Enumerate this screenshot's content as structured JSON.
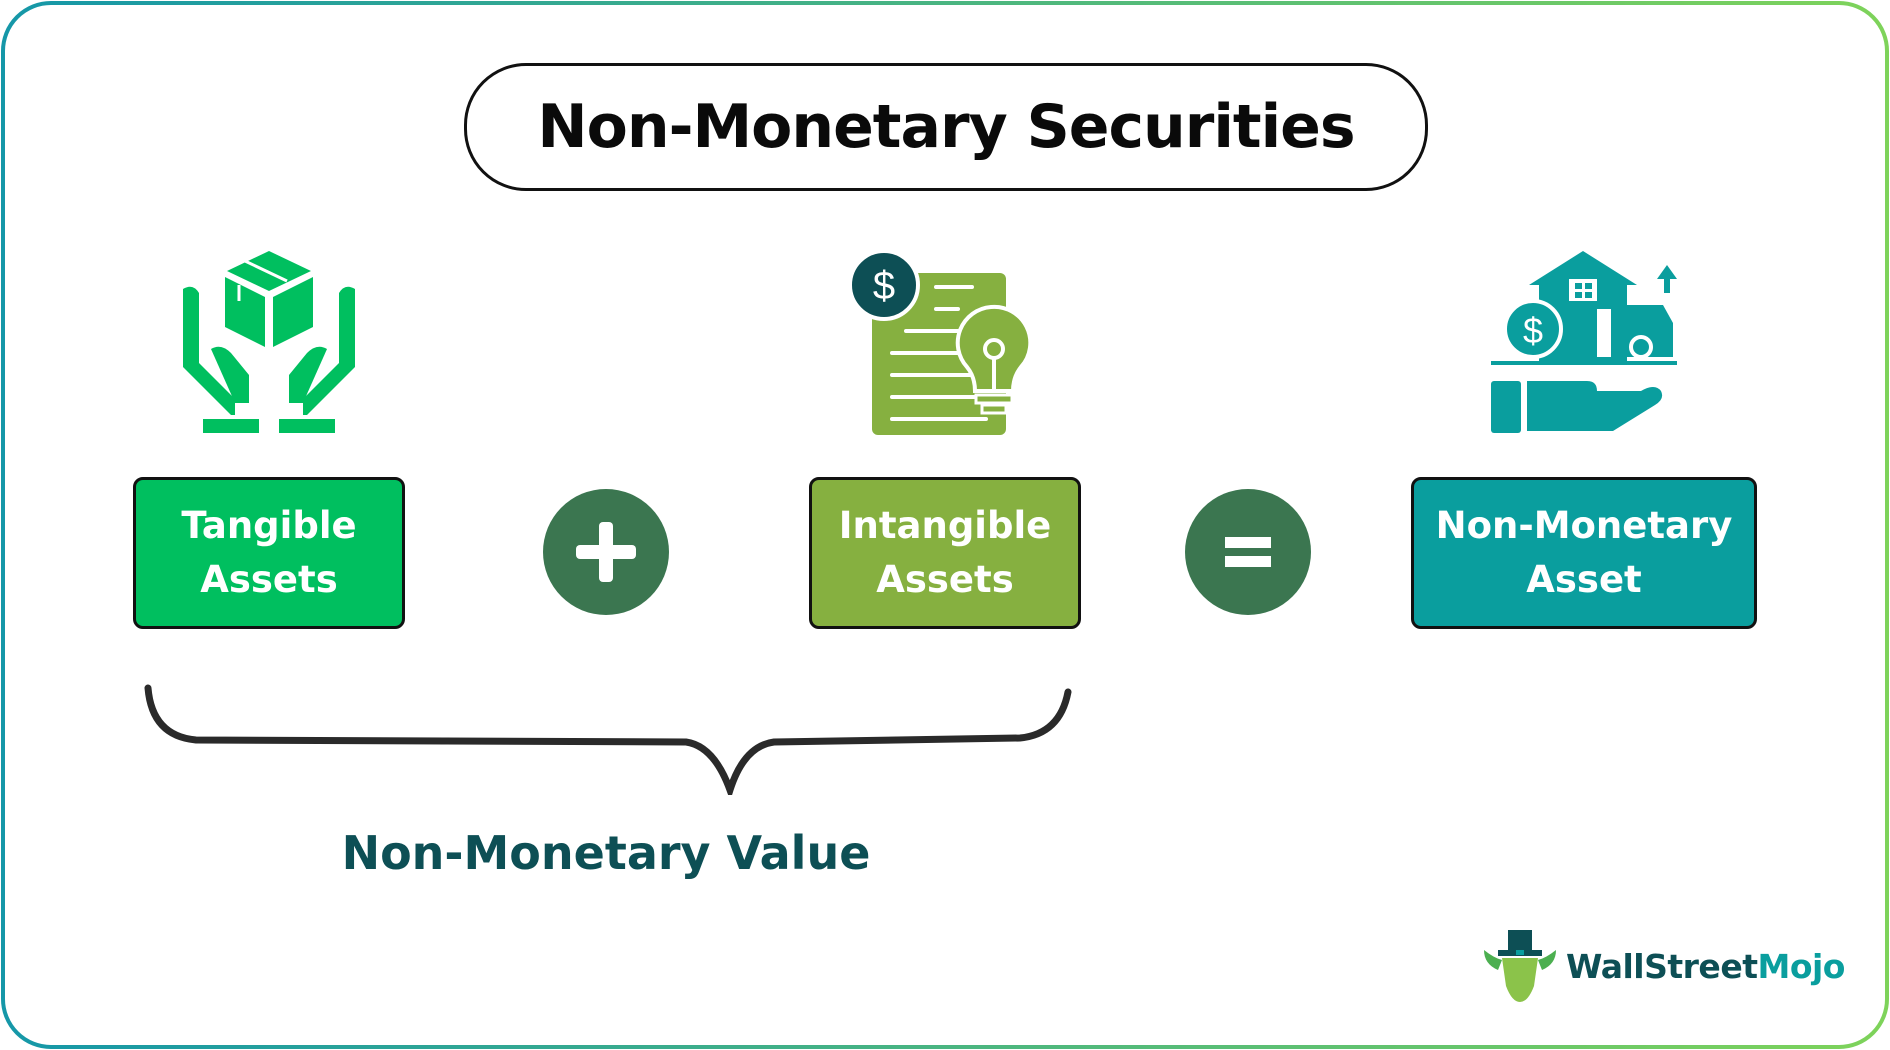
{
  "title": "Non-Monetary Securities",
  "boxes": {
    "tangible": {
      "line1": "Tangible",
      "line2": "Assets",
      "color": "#00bf5f"
    },
    "intangible": {
      "line1": "Intangible",
      "line2": "Assets",
      "color": "#86b040"
    },
    "result": {
      "line1": "Non-Monetary",
      "line2": "Asset",
      "color": "#0a9e9e"
    }
  },
  "operators": {
    "plus": "plus-icon",
    "equals": "equals-icon"
  },
  "brace_label": "Non-Monetary Value",
  "logo": {
    "part1": "WallStreet",
    "part2": "Mojo"
  }
}
